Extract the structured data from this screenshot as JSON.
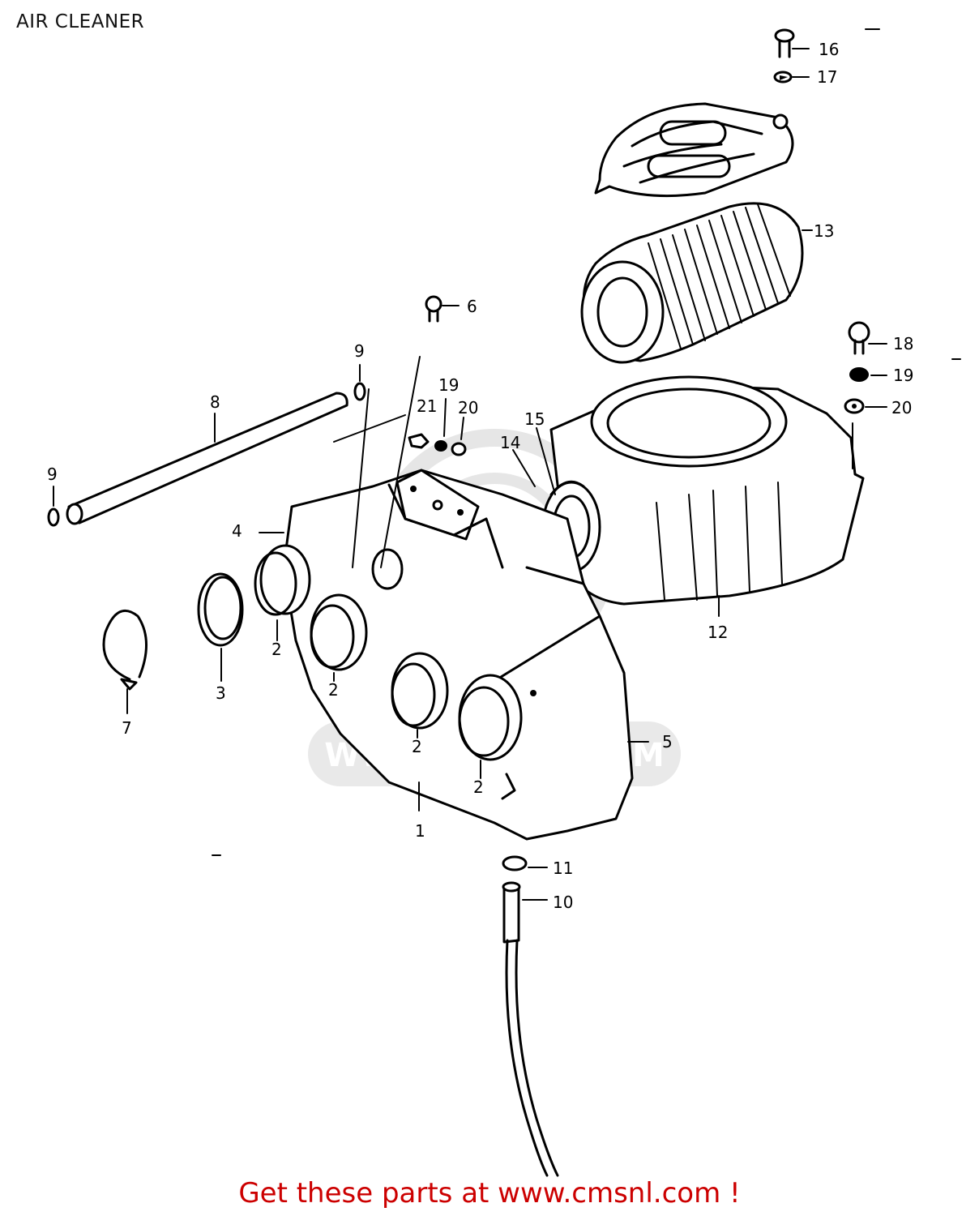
{
  "title": "AIR CLEANER",
  "footer": {
    "cta_text": "Get these parts at www.cmsnl.com !"
  },
  "watermark": {
    "text": "WWW.CMSNL.COM"
  },
  "callouts": {
    "c1": "1",
    "c2a": "2",
    "c2b": "2",
    "c2c": "2",
    "c2d": "2",
    "c3": "3",
    "c4": "4",
    "c5": "5",
    "c6": "6",
    "c7": "7",
    "c8": "8",
    "c9a": "9",
    "c9b": "9",
    "c10": "10",
    "c11": "11",
    "c12": "12",
    "c13": "13",
    "c14": "14",
    "c15": "15",
    "c16": "16",
    "c17": "17",
    "c18": "18",
    "c19a": "19",
    "c19b": "19",
    "c20a": "20",
    "c20b": "20",
    "c21": "21"
  },
  "colors": {
    "footer_text": "#cc0000",
    "line_art": "#000000",
    "background": "#ffffff"
  }
}
